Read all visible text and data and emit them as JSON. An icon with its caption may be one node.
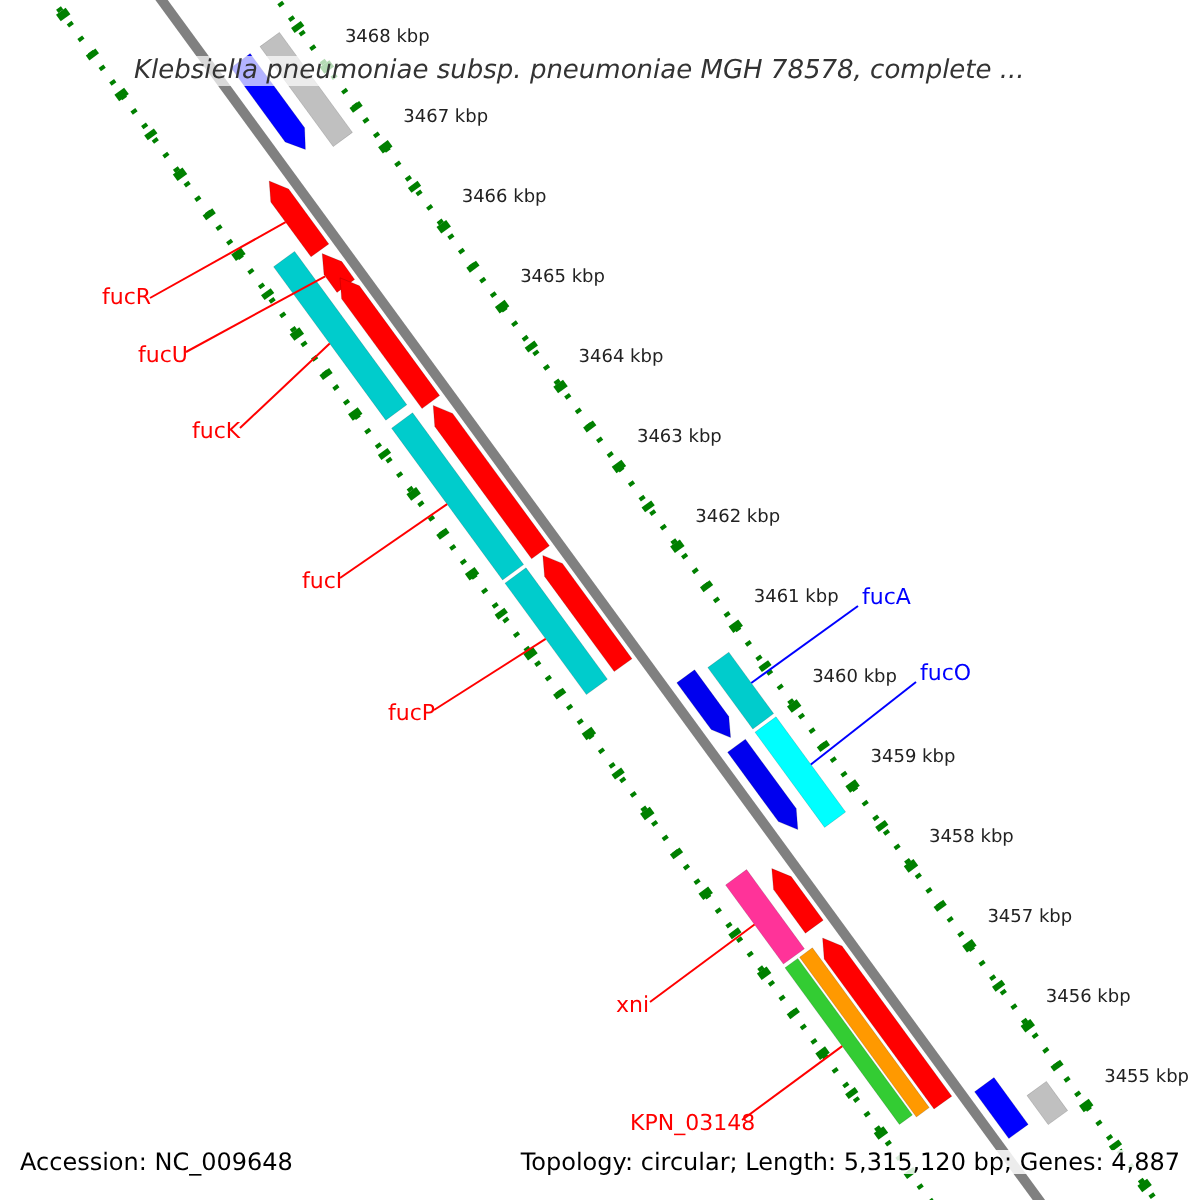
{
  "diagram": {
    "title": "Klebsiella pneumoniae subsp. pneumoniae MGH 78578, complete ...",
    "nodes": [
      {
        "text": [
          "fucR"
        ]
      },
      {
        "text": [
          "fucU"
        ]
      },
      {
        "text": [
          "fucK"
        ]
      },
      {
        "text": [
          "fucI"
        ]
      },
      {
        "text": [
          "fucP"
        ]
      },
      {
        "text": [
          "fucA"
        ]
      },
      {
        "text": [
          "fucO"
        ]
      },
      {
        "text": [
          "xni"
        ]
      },
      {
        "text": [
          "KPN_03148"
        ]
      },
      {
        "text": [],
        "shape": "bar"
      },
      {
        "text": [],
        "shape": "bar"
      },
      {
        "text": [],
        "shape": "bar"
      },
      {
        "text": [],
        "shape": "bar"
      },
      {
        "text": [],
        "shape": "bar"
      },
      {
        "text": [],
        "shape": "bar"
      },
      {
        "text": [],
        "shape": "bar"
      },
      {
        "text": [],
        "shape": "bar"
      },
      {
        "text": [],
        "shape": "bar"
      },
      {
        "text": [],
        "shape": "bar"
      },
      {
        "text": [],
        "shape": "bar"
      },
      {
        "text": [],
        "shape": "bar"
      },
      {
        "text": [],
        "shape": "bar"
      },
      {
        "text": [],
        "shape": "bar"
      },
      {
        "text": [],
        "shape": "bar"
      },
      {
        "text": [],
        "shape": "bar"
      },
      {
        "text": [],
        "shape": "bar"
      },
      {
        "text": [],
        "shape": "bar"
      },
      {
        "text": [],
        "shape": "bar"
      },
      {
        "text": [],
        "shape": "bar"
      },
      {
        "text": [],
        "shape": "bar"
      }
    ],
    "edges": [
      {
        "from": 0,
        "to": 9,
        "arrow": "none"
      },
      {
        "from": 1,
        "to": 10,
        "arrow": "none"
      },
      {
        "from": 2,
        "to": 11,
        "arrow": "none"
      },
      {
        "from": 3,
        "to": 12,
        "arrow": "none"
      },
      {
        "from": 4,
        "to": 13,
        "arrow": "none"
      },
      {
        "from": 5,
        "to": 14,
        "arrow": "none",
        "color": "#0000ff"
      },
      {
        "from": 6,
        "to": 15,
        "arrow": "none",
        "color": "#0000ff"
      },
      {
        "from": 7,
        "to": 16,
        "arrow": "none"
      },
      {
        "from": 8,
        "to": 17,
        "arrow": "none"
      }
    ],
    "labels": [
      "3468 kbp",
      "3467 kbp",
      "3466 kbp",
      "3465 kbp",
      "3464 kbp",
      "3463 kbp",
      "3462 kbp",
      "3461 kbp",
      "3460 kbp",
      "3459 kbp",
      "3458 kbp",
      "3457 kbp",
      "3456 kbp",
      "3455 kbp",
      "Accession: NC_009648",
      "Topology: circular; Length: 5,315,120 bp; Genes: 4,887"
    ]
  }
}
